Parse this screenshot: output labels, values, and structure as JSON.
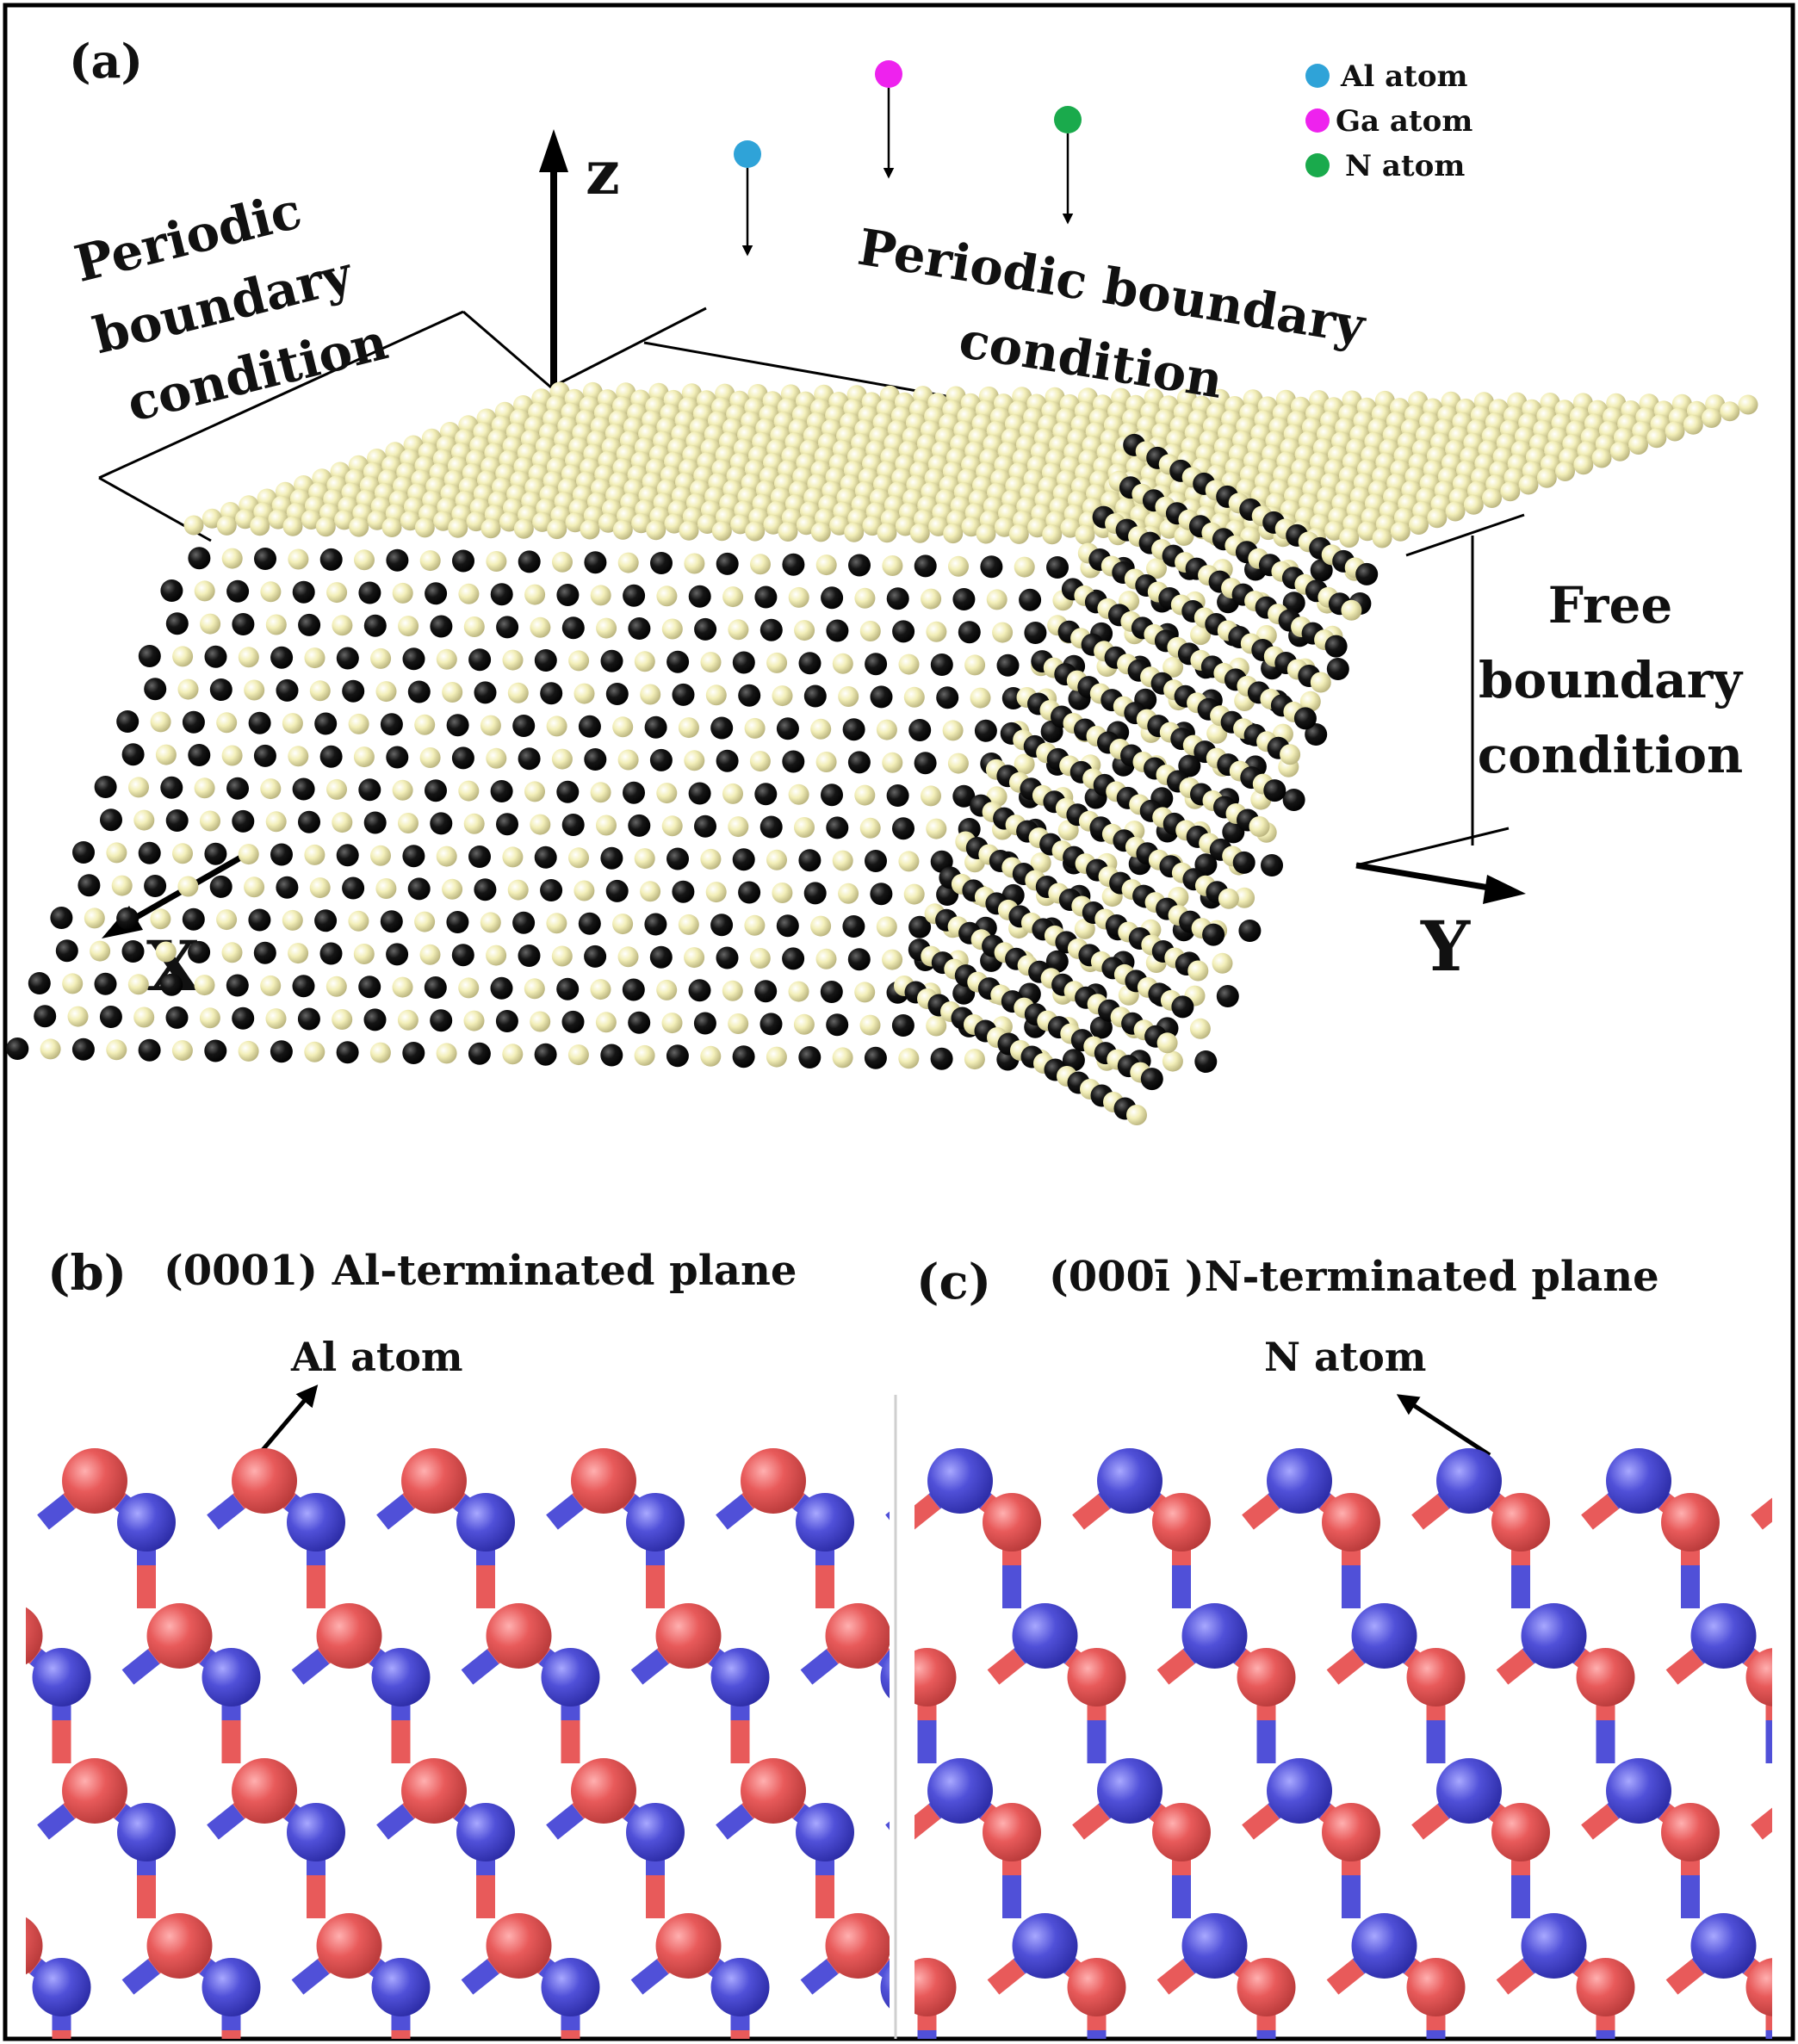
{
  "panels": {
    "a": {
      "label": "(a)",
      "legend": [
        {
          "text": "Al atom",
          "color": "#2fa3d8"
        },
        {
          "text": "Ga atom",
          "color": "#ee22ee"
        },
        {
          "text": "N atom",
          "color": "#1aaa4c"
        }
      ],
      "axis_labels": {
        "z": "z",
        "x": "X",
        "y": "Y"
      },
      "boundary_left": [
        "Periodic",
        "boundary",
        "condition"
      ],
      "boundary_top": [
        "Periodic boundary",
        "condition"
      ],
      "boundary_right": [
        "Free",
        "boundary",
        "condition"
      ],
      "atom_colors": {
        "light": "#f3efb9",
        "dark": "#0d0d0d"
      }
    },
    "b": {
      "label": "(b)",
      "title": "(0001) Al-terminated plane",
      "atom_label": "Al atom",
      "colors": {
        "top": "#e85a5a",
        "second": "#5050d8"
      }
    },
    "c": {
      "label": "(c)",
      "title": "(000ī )N-terminated plane",
      "atom_label": "N atom",
      "colors": {
        "top": "#5050d8",
        "second": "#e85a5a"
      }
    }
  }
}
